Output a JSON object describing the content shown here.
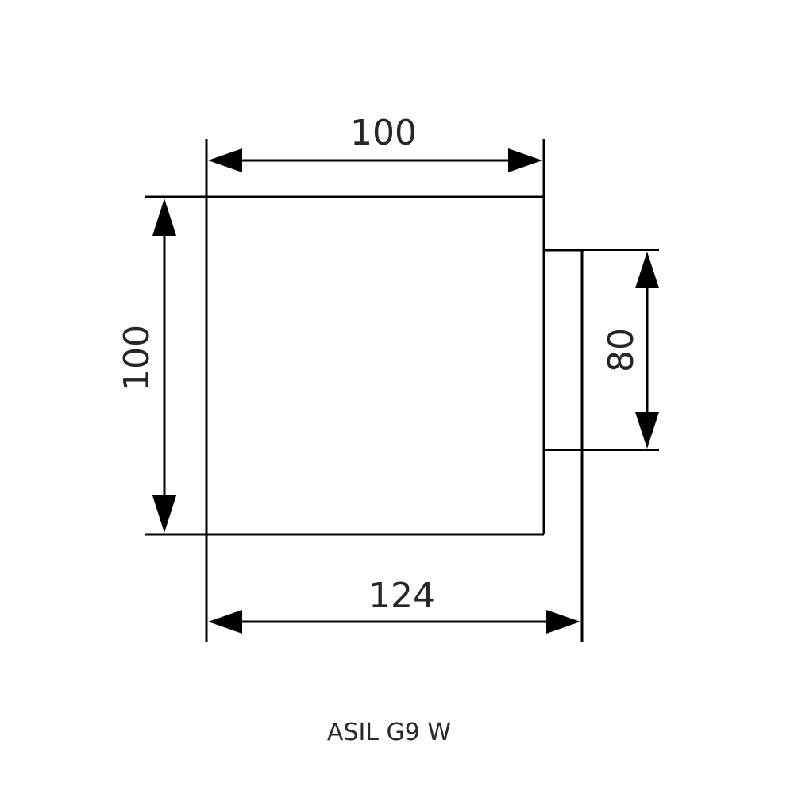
{
  "dimensions": {
    "top_width": "100",
    "left_height": "100",
    "right_height": "80",
    "bottom_width": "124"
  },
  "caption": "ASIL G9 W"
}
